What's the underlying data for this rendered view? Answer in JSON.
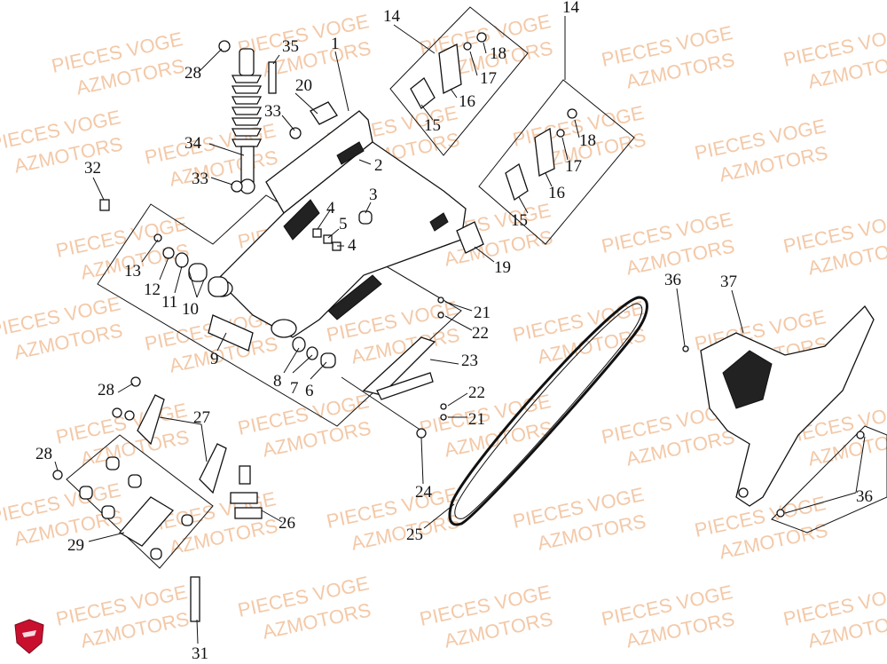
{
  "watermark": {
    "line1": "PIECES VOGE",
    "line2": "AZMOTORS",
    "color": "#f3c9a8"
  },
  "logo": {
    "name": "azmotors-shield-logo",
    "color": "#c8102e"
  },
  "callouts": {
    "n1": "1",
    "n2": "2",
    "n3": "3",
    "n4a": "4",
    "n4b": "4",
    "n5": "5",
    "n6": "6",
    "n7": "7",
    "n8": "8",
    "n9": "9",
    "n10": "10",
    "n11": "11",
    "n12": "12",
    "n13": "13",
    "n14a": "14",
    "n14b": "14",
    "n15a": "15",
    "n15b": "15",
    "n16a": "16",
    "n16b": "16",
    "n17a": "17",
    "n17b": "17",
    "n18a": "18",
    "n18b": "18",
    "n19": "19",
    "n20": "20",
    "n21a": "21",
    "n21b": "21",
    "n22a": "22",
    "n22b": "22",
    "n23": "23",
    "n24": "24",
    "n25": "25",
    "n26": "26",
    "n27": "27",
    "n28a": "28",
    "n28b": "28",
    "n28c": "28",
    "n29": "29",
    "n31": "31",
    "n32": "32",
    "n33a": "33",
    "n33b": "33",
    "n34": "34",
    "n35": "35",
    "n36a": "36",
    "n36b": "36",
    "n37": "37"
  }
}
